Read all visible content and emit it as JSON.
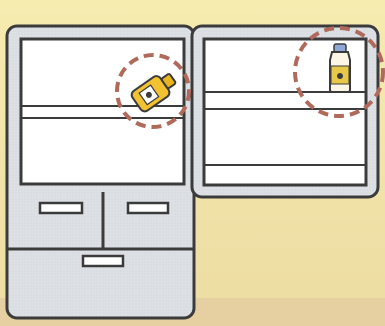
{
  "colors": {
    "background_top": "#f6ecb0",
    "background_bottom": "#ead79b",
    "floor": "#e6cfa0",
    "fridge_body": "#dcdfe4",
    "fridge_interior": "#ffffff",
    "outline": "#3b3b3b",
    "highlight_circle": "#b06a5c",
    "bottle_cap": "#e9b51f",
    "bottle_body": "#f2c230",
    "drink_bottle_cap": "#8fa7d6",
    "drink_bottle_label": "#e8c84a"
  },
  "scene": {
    "items": [
      {
        "name": "fridge-left-section",
        "icon": "refrigerator-icon"
      },
      {
        "name": "fridge-right-section",
        "icon": "refrigerator-door-icon"
      },
      {
        "name": "lying-bottle",
        "icon": "bottle-icon",
        "highlighted": true
      },
      {
        "name": "standing-bottle",
        "icon": "drink-bottle-icon",
        "highlighted": true
      }
    ]
  }
}
